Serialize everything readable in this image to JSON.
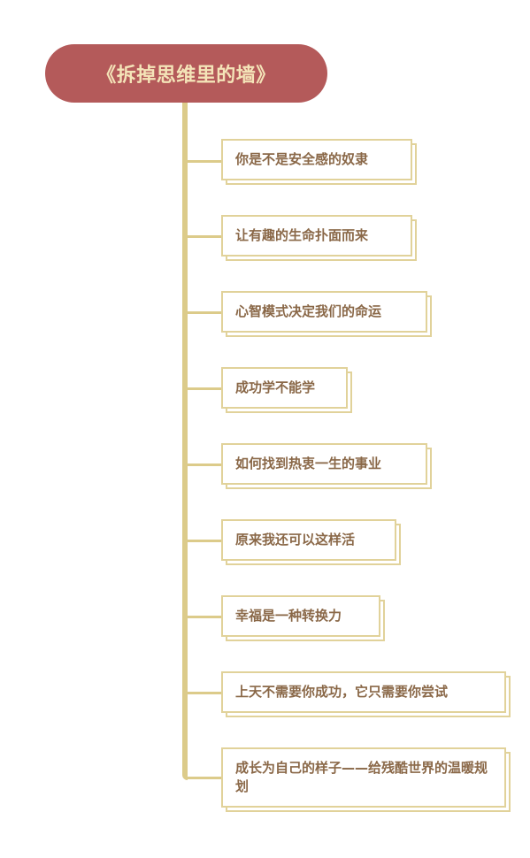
{
  "root": {
    "title": "《拆掉思维里的墙》"
  },
  "colors": {
    "root_bg": "#b45a5a",
    "root_text": "#f4e4b8",
    "line": "#dccb8a",
    "node_border": "#e1d29a",
    "node_text": "#8a6848"
  },
  "children": [
    {
      "label": "你是不是安全感的奴隶"
    },
    {
      "label": "让有趣的生命扑面而来"
    },
    {
      "label": "心智模式决定我们的命运"
    },
    {
      "label": "成功学不能学"
    },
    {
      "label": "如何找到热衷一生的事业"
    },
    {
      "label": "原来我还可以这样活"
    },
    {
      "label": "幸福是一种转换力"
    },
    {
      "label": "上天不需要你成功，它只需要你尝试"
    },
    {
      "label": "成长为自己的样子——给残酷世界的温暖规划"
    }
  ]
}
